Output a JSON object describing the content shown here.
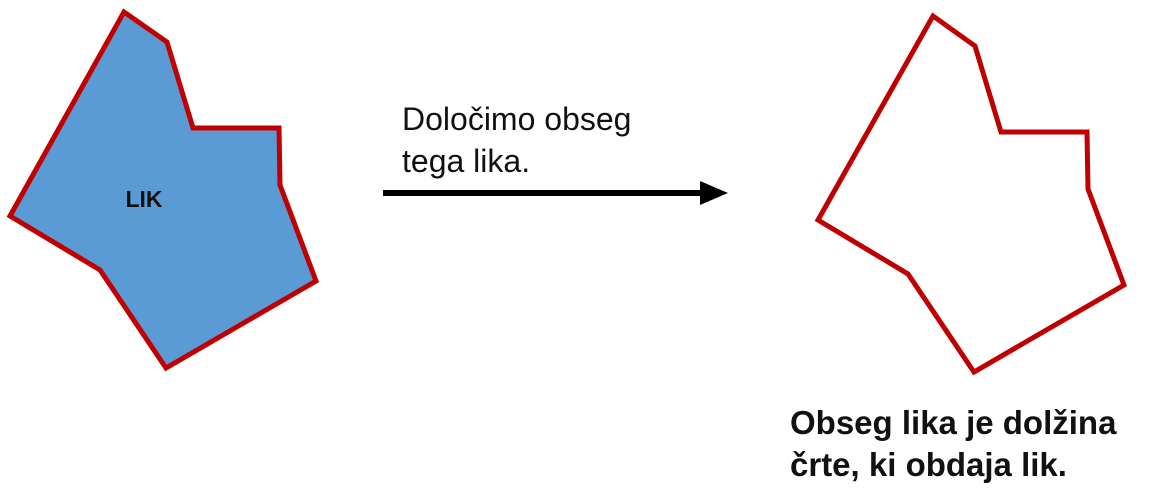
{
  "shape_label": "LIK",
  "step": {
    "line1": "Določimo obseg",
    "line2": "tega lika."
  },
  "caption": {
    "line1": "Obseg lika je dolžina",
    "line2": "črte, ki obdaja lik."
  },
  "colors": {
    "fill": "#5b9bd5",
    "outline": "#c00000",
    "arrow": "#000000",
    "text": "#111111"
  }
}
